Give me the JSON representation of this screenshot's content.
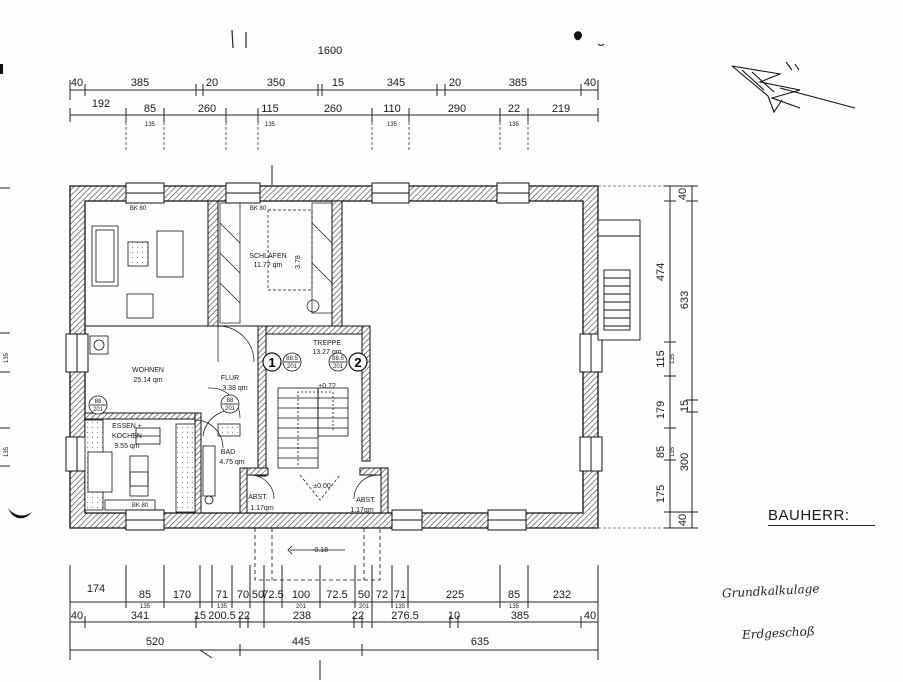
{
  "top_chain": {
    "overall": "1600",
    "row1": [
      "40",
      "385",
      "20",
      "350",
      "15",
      "345",
      "20",
      "385",
      "40"
    ],
    "row2_numbers": [
      "192",
      "85",
      "260",
      "115",
      "260",
      "110",
      "290",
      "22",
      "219"
    ],
    "row2_subs": [
      "135",
      "135",
      "135",
      "135"
    ]
  },
  "right_chain": {
    "outer": [
      "40",
      "474",
      "115",
      "179",
      "85",
      "175",
      "40"
    ],
    "inner": [
      "633",
      "15",
      "300"
    ],
    "subs": [
      "135",
      "135"
    ]
  },
  "left_chain": {
    "subs": [
      "135",
      "135"
    ]
  },
  "bottom_chain": {
    "row1_numbers": [
      "174",
      "85",
      "170",
      "71",
      "70",
      "50",
      "72.5",
      "100",
      "72.5",
      "50",
      "72",
      "71",
      "225",
      "85",
      "232"
    ],
    "row1_subs": [
      "135",
      "135",
      "201",
      "201",
      "135",
      "135"
    ],
    "row2": [
      "40",
      "341",
      "15",
      "200.5",
      "22",
      "238",
      "22",
      "276.5",
      "10",
      "385",
      "40"
    ],
    "row3": [
      "520",
      "445",
      "635"
    ]
  },
  "rooms": {
    "wohnen": {
      "name": "WOHNEN",
      "area": "25.14 qm"
    },
    "essen": {
      "name1": "ESSEN +",
      "name2": "KOCHEN",
      "area": "9.55 qm"
    },
    "flur": {
      "name": "FLUR",
      "area": "3.38 qm"
    },
    "bad": {
      "name": "BAD",
      "area": "4.75 qm"
    },
    "schlafen": {
      "name": "SCHLAFEN",
      "area": "11.7? qm",
      "dim": "3.78"
    },
    "treppe": {
      "name": "TREPPE",
      "area": "13.27 qm"
    },
    "abst_l": {
      "name": "ABST.",
      "area": "1.17qm"
    },
    "abst_r": {
      "name": "ABST.",
      "area": "1.17qm"
    }
  },
  "levels": {
    "stair": "+0.72",
    "entry": "±0.00",
    "outside": "-0.18"
  },
  "section_markers": [
    "1",
    "2"
  ],
  "door_tags": [
    {
      "top": "88.5",
      "bottom": "201"
    },
    {
      "top": "88.5",
      "bottom": "201"
    },
    {
      "top": "88",
      "bottom": "201"
    },
    {
      "top": "88",
      "bottom": "201"
    }
  ],
  "small_labels": {
    "bk80": "BK 80"
  },
  "title": {
    "bauherr": "BAUHERR:"
  },
  "handwriting": {
    "line1": "Grundkalkulage",
    "line2": "Erdgeschoß"
  },
  "north_arrow_icon": "north-arrow-icon"
}
